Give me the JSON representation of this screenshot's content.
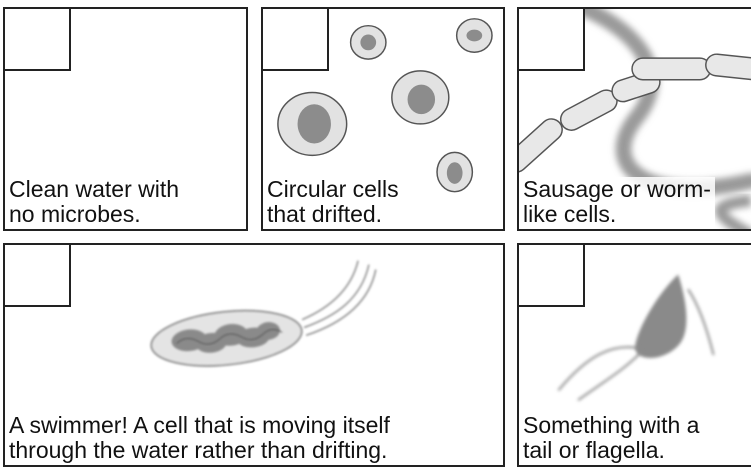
{
  "panels": [
    {
      "caption": "Clean water with\nno microbes."
    },
    {
      "caption": "Circular cells\nthat drifted."
    },
    {
      "caption": "Sausage or worm-\nlike cells."
    },
    {
      "caption": "A swimmer! A cell that is moving itself\nthrough the water rather than drifting."
    },
    {
      "caption": "Something with a\ntail or flagella."
    }
  ]
}
